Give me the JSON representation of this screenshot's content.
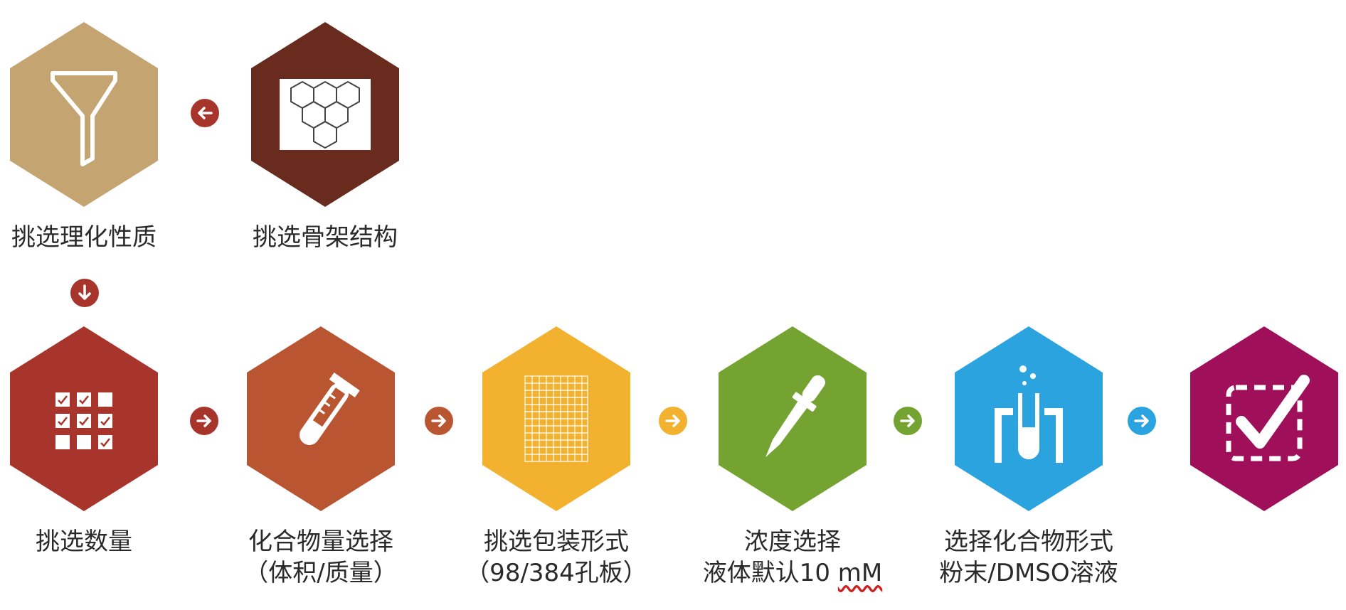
{
  "colors": {
    "tan": "#c4a470",
    "dark_brown": "#6a2b1f",
    "red": "#a8352c",
    "orange_brown": "#b95530",
    "yellow": "#f2b12e",
    "green": "#74a331",
    "blue": "#2aa3df",
    "magenta": "#a0105a"
  },
  "steps": [
    {
      "id": "physchem",
      "icon": "funnel-icon",
      "line1": "挑选理化性质",
      "line2": ""
    },
    {
      "id": "scaffold",
      "icon": "pyrene-structure-icon",
      "line1": "挑选骨架结构",
      "line2": ""
    },
    {
      "id": "quantity",
      "icon": "checklist-grid-icon",
      "line1": "挑选数量",
      "line2": ""
    },
    {
      "id": "amount",
      "icon": "test-tube-icon",
      "line1": "化合物量选择",
      "line2": "（体积/质量）"
    },
    {
      "id": "format",
      "icon": "well-plate-icon",
      "line1": "挑选包装形式",
      "line2": "（98/384孔板）"
    },
    {
      "id": "concentration",
      "icon": "dropper-icon",
      "line1": "浓度选择",
      "line2_main": "液体默认10 ",
      "line2_unit": "mM"
    },
    {
      "id": "form",
      "icon": "lab-flask-icon",
      "line1": "选择化合物形式",
      "line2": "粉末/DMSO溶液"
    },
    {
      "id": "done",
      "icon": "checkbox-icon",
      "line1": "",
      "line2": ""
    }
  ]
}
